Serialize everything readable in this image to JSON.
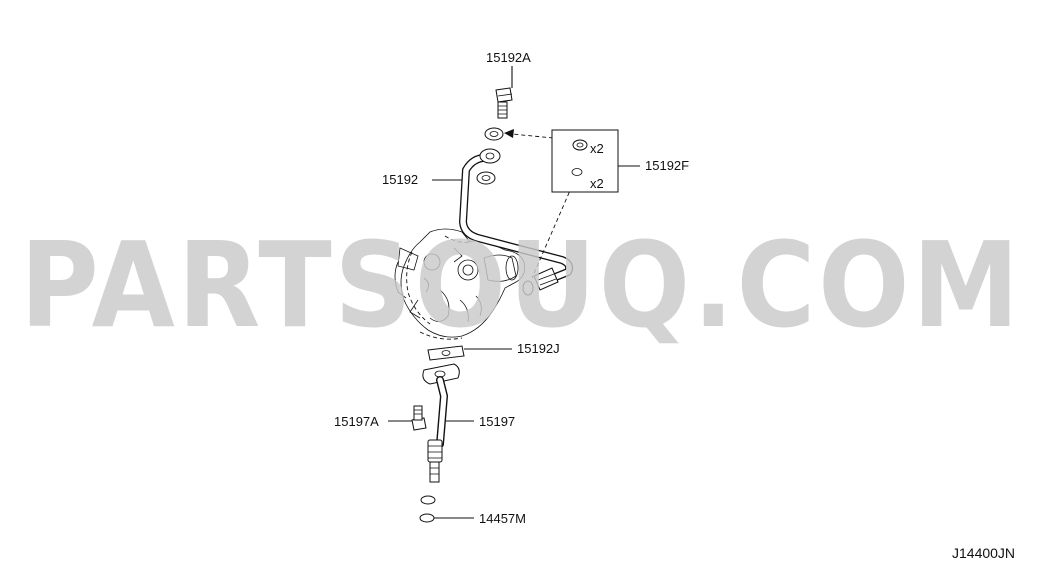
{
  "diagram_code": "J14400JN",
  "watermark": "PARTSOUQ.COM",
  "parts": {
    "bolt_top": "15192A",
    "feed_pipe": "15192",
    "washer_kit": "15192F",
    "gasket": "15192J",
    "bolt_lower": "15197A",
    "return_pipe": "15197",
    "o_ring": "14457M"
  },
  "quantities": {
    "kit_item_1": "x2",
    "kit_item_2": "x2"
  }
}
